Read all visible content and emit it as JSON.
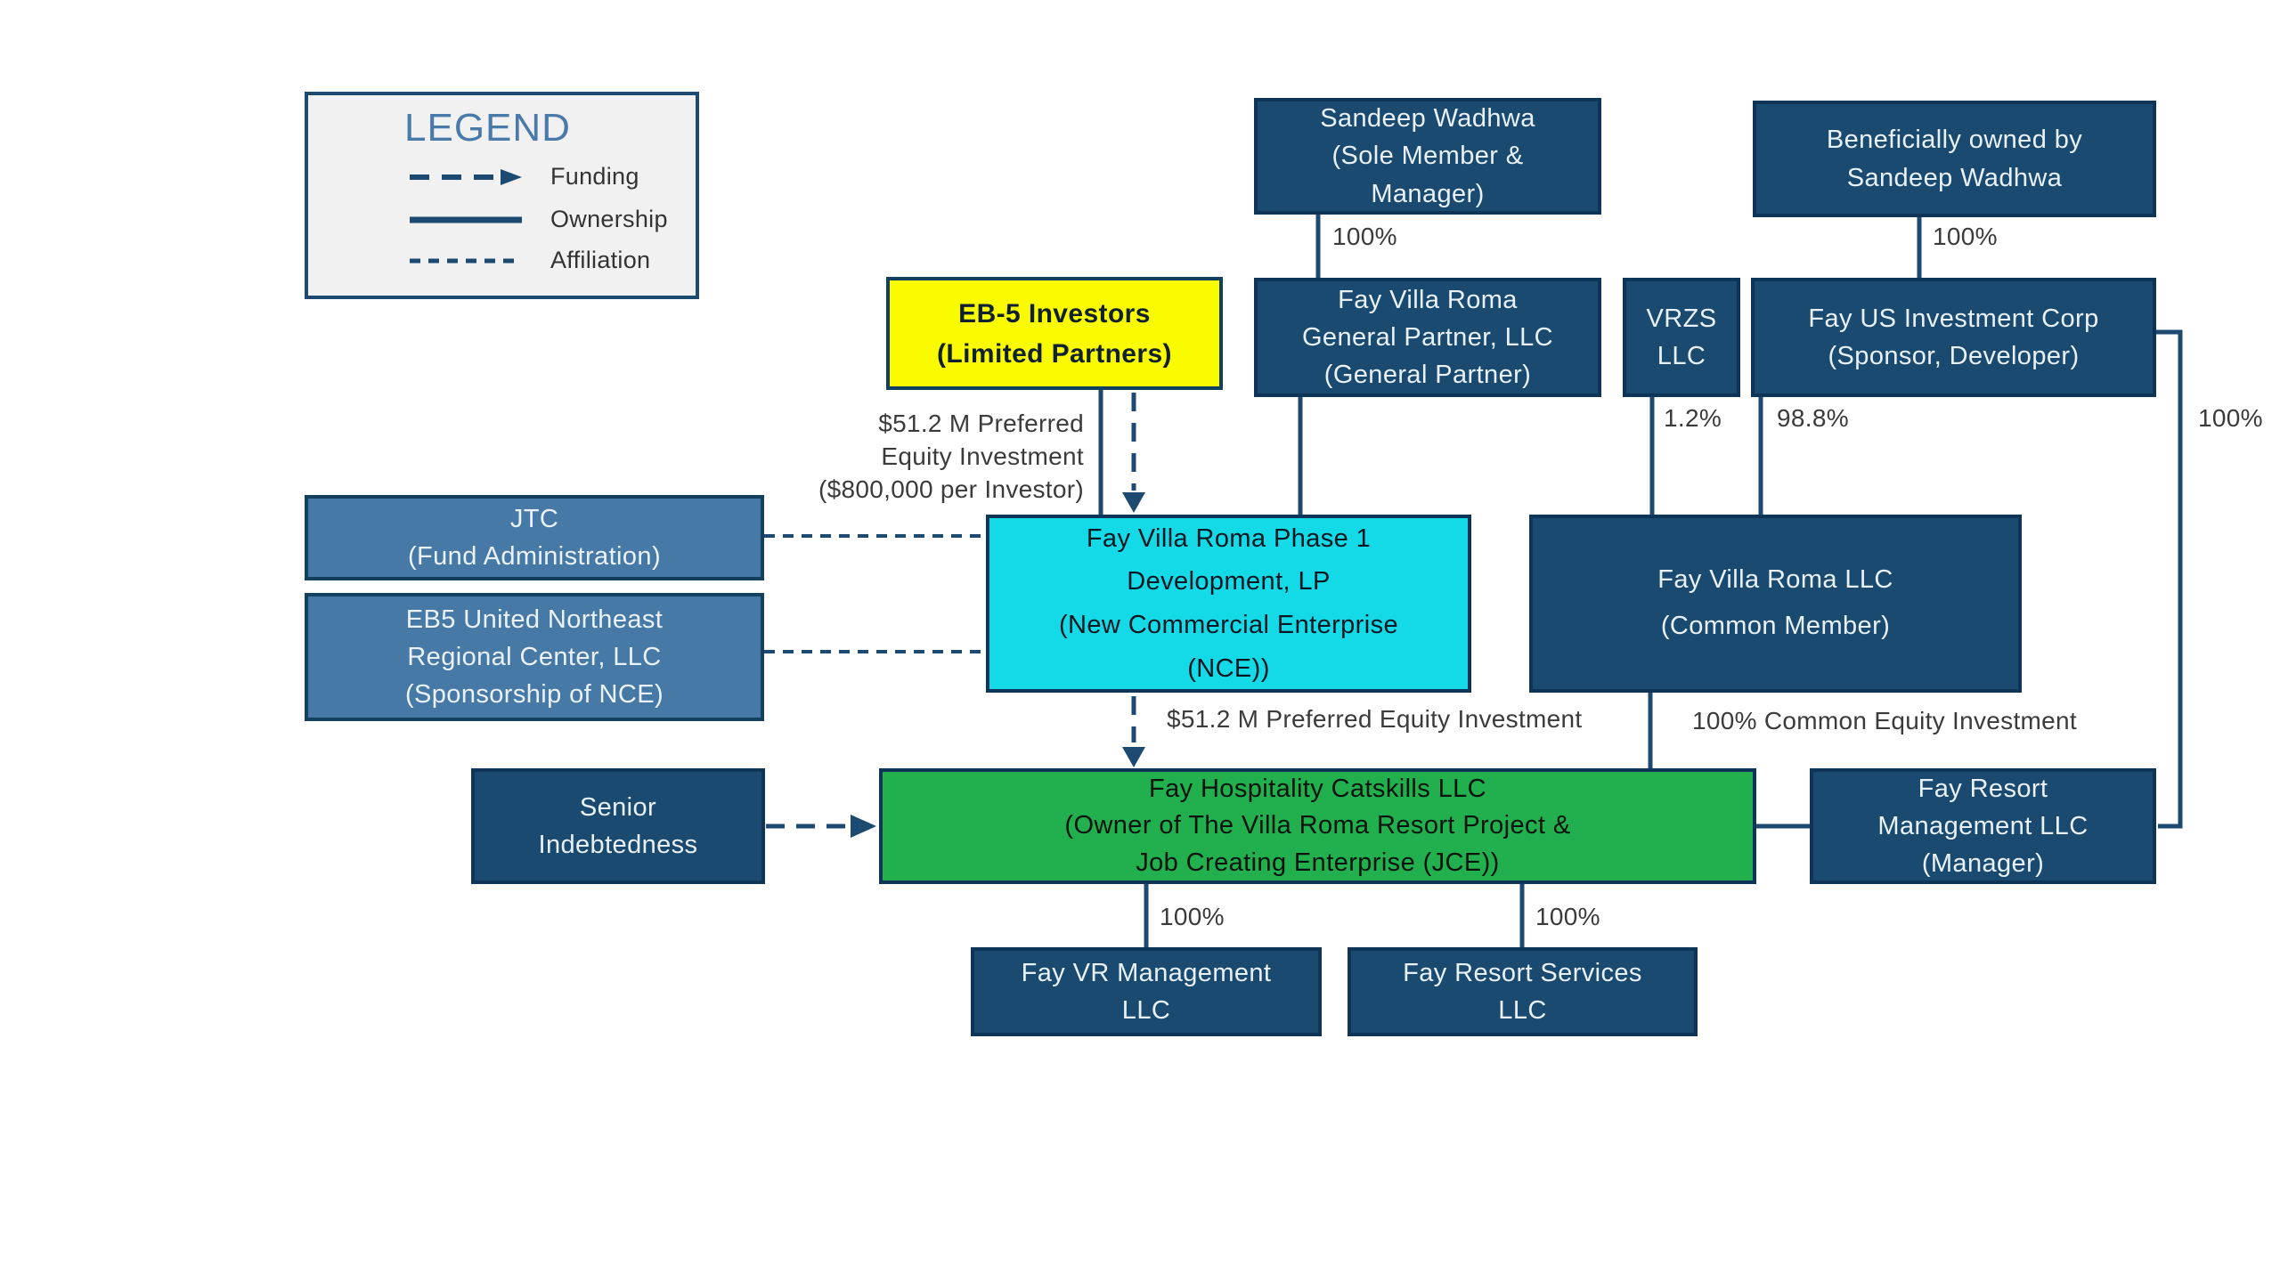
{
  "legend": {
    "title": "LEGEND",
    "items": [
      {
        "icon": "funding-arrow-icon",
        "label": "Funding"
      },
      {
        "icon": "ownership-line-icon",
        "label": "Ownership"
      },
      {
        "icon": "affiliation-line-icon",
        "label": "Affiliation"
      }
    ]
  },
  "nodes": {
    "sandeep": {
      "label": "Sandeep Wadhwa\n(Sole Member &\nManager)"
    },
    "beneficial": {
      "label": "Beneficially owned by\nSandeep Wadhwa"
    },
    "eb5_investors": {
      "label": "EB-5 Investors\n(Limited Partners)"
    },
    "general_partner": {
      "label": "Fay Villa Roma\nGeneral Partner, LLC\n(General Partner)"
    },
    "vrzs": {
      "label": "VRZS\nLLC"
    },
    "fay_us": {
      "label": "Fay US Investment Corp\n(Sponsor, Developer)"
    },
    "jtc": {
      "label": "JTC\n(Fund Administration)"
    },
    "eb5_united": {
      "label": "EB5 United Northeast\nRegional Center, LLC\n(Sponsorship of NCE)"
    },
    "nce": {
      "label": "Fay Villa Roma Phase 1\nDevelopment, LP\n(New Commercial Enterprise\n(NCE))"
    },
    "fvr_llc": {
      "label": "Fay Villa Roma LLC\n(Common Member)"
    },
    "senior": {
      "label": "Senior\nIndebtedness"
    },
    "jce": {
      "label": "Fay Hospitality Catskills LLC\n(Owner of The Villa Roma Resort Project &\nJob Creating Enterprise (JCE))"
    },
    "manager": {
      "label": "Fay Resort\nManagement LLC\n(Manager)"
    },
    "fay_vr": {
      "label": "Fay VR Management\nLLC"
    },
    "services": {
      "label": "Fay Resort Services\nLLC"
    }
  },
  "edge_labels": {
    "sandeep_to_gp": "100%",
    "beneficial_to_fayus": "100%",
    "vrzs_to_fvr": "1.2%",
    "fayus_to_fvr": "98.8%",
    "fayus_to_manager": "100%",
    "eb5_to_nce": "$51.2  M Preferred\nEquity  Investment\n($800,000 per Investor)",
    "nce_to_jce": "$51.2 M Preferred Equity Investment",
    "fvr_to_jce": "100% Common Equity Investment",
    "jce_to_fayvr": "100%",
    "jce_to_services": "100%"
  },
  "colors": {
    "navy_box": "#1a4a6f",
    "steel_box": "#4779a7",
    "yellow_box": "#fbfb00",
    "cyan_box": "#14d9e6",
    "green_box": "#22af4d",
    "connector": "#1c4a70",
    "legend_title": "#4a7aa9",
    "legend_background": "#f1f1f2",
    "label_text": "#3b3b3b"
  }
}
